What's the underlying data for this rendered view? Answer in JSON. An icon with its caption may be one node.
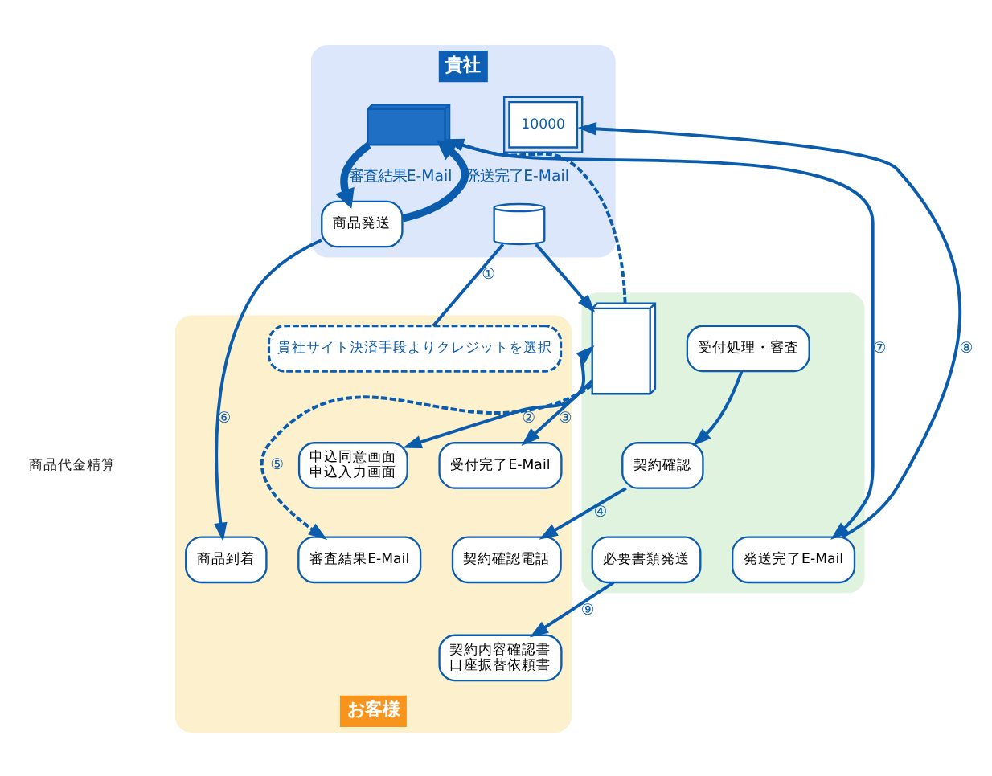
{
  "diagram": {
    "nodes": [
      {
        "text": [
          "貴社"
        ]
      },
      {
        "text": [
          "10000"
        ],
        "in": 0
      },
      {
        "text": [],
        "shape": "picture",
        "in": 0
      },
      {
        "text": [
          "商品発送"
        ],
        "in": 0
      },
      {
        "text": [],
        "shape": "cylinder",
        "in": 0
      },
      {
        "text": [],
        "shape": "box"
      },
      {
        "text": [
          "受付処理・審査"
        ],
        "in": 5
      },
      {
        "text": [],
        "shape": "picture",
        "in": 5
      },
      {
        "text": [
          "契約確認"
        ],
        "in": 5
      },
      {
        "text": [
          "発送完了E-Mail"
        ],
        "in": 5
      },
      {
        "text": [
          "必要書類発送"
        ],
        "in": 5
      },
      {
        "text": [
          "お客様"
        ]
      },
      {
        "text": [
          "貴社サイト決済手段よりクレジットを選択"
        ],
        "in": 11
      },
      {
        "text": [
          "申込同意画面",
          "申込入力画面"
        ],
        "in": 11
      },
      {
        "text": [
          "受付完了E-Mail"
        ],
        "in": 11
      },
      {
        "text": [
          "契約確認電話"
        ],
        "in": 11
      },
      {
        "text": [
          "審査結果E-Mail"
        ],
        "in": 11
      },
      {
        "text": [
          "契約内容確認書",
          "口座振替依頼書"
        ],
        "in": 11
      },
      {
        "text": [
          "商品到着"
        ],
        "in": 11
      }
    ],
    "edges": [
      {
        "from": 2,
        "to": 9,
        "arrow": "to",
        "label": "⑦"
      },
      {
        "from": 3,
        "to": 2,
        "arrow": "to",
        "label": "発送完了E-Mail",
        "style": "thick"
      },
      {
        "from": 2,
        "to": 3,
        "arrow": "to",
        "label": "審査結果E-Mail",
        "style": "thick"
      },
      {
        "from": 9,
        "to": 1,
        "arrow": "to",
        "label": "⑧"
      },
      {
        "from": 3,
        "to": 18,
        "arrow": "to",
        "label": "⑥"
      },
      {
        "from": 4,
        "to": 12,
        "arrow": "none",
        "label": "①"
      },
      {
        "from": 4,
        "to": 7,
        "arrow": "to"
      },
      {
        "from": 6,
        "to": 8,
        "arrow": "to"
      },
      {
        "from": 7,
        "to": 13,
        "arrow": "both",
        "label": "②"
      },
      {
        "from": 7,
        "to": 14,
        "arrow": "to",
        "label": "③"
      },
      {
        "from": 8,
        "to": 15,
        "arrow": "to",
        "label": "④"
      },
      {
        "from": 7,
        "to": 2,
        "arrow": "to",
        "style": "dashed"
      },
      {
        "from": 7,
        "to": 16,
        "arrow": "to",
        "label": "⑤",
        "style": "dashed"
      },
      {
        "from": 10,
        "to": 17,
        "arrow": "to",
        "label": "⑨"
      }
    ],
    "labels": [
      "商品代金精算"
    ]
  }
}
